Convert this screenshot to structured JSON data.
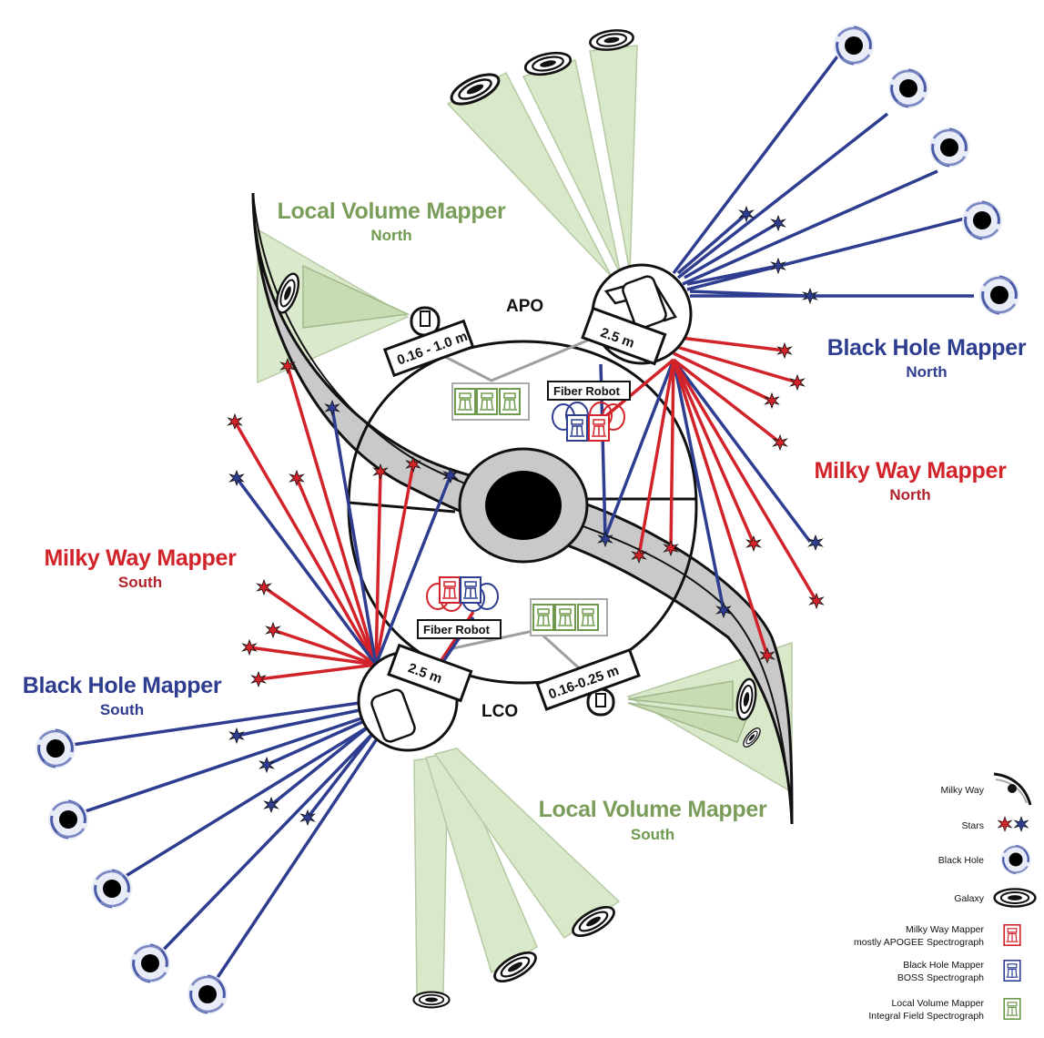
{
  "colors": {
    "red": "#d2232a",
    "blue": "#2e3d8f",
    "green": "#6f9a4e",
    "green_fill": "#d9e8c9",
    "gray": "#bdbdbd",
    "black": "#111111"
  },
  "labels": {
    "lvm_north": "Local Volume Mapper",
    "lvm_north_sub": "North",
    "bhm_north": "Black Hole Mapper",
    "bhm_north_sub": "North",
    "mwm_north": "Milky Way Mapper",
    "mwm_north_sub": "North",
    "mwm_south": "Milky Way Mapper",
    "mwm_south_sub": "South",
    "bhm_south": "Black Hole Mapper",
    "bhm_south_sub": "South",
    "lvm_south": "Local Volume Mapper",
    "lvm_south_sub": "South"
  },
  "sites": {
    "apo": "APO",
    "lco": "LCO",
    "apo_small_scope": "0.16 - 1.0 m",
    "apo_big_scope": "2.5 m",
    "lco_big_scope": "2.5 m",
    "lco_small_scope": "0.16-0.25 m",
    "fiber_robot": "Fiber Robot"
  },
  "legend": [
    {
      "icon": "milky-way-icon",
      "lines": [
        "Milky Way"
      ]
    },
    {
      "icon": "stars-icon",
      "lines": [
        "Stars"
      ]
    },
    {
      "icon": "black-hole-icon",
      "lines": [
        "Black Hole"
      ]
    },
    {
      "icon": "galaxy-icon",
      "lines": [
        "Galaxy"
      ]
    },
    {
      "icon": "apogee-spectrograph-icon",
      "lines": [
        "Milky Way Mapper",
        "mostly APOGEE Spectrograph"
      ]
    },
    {
      "icon": "boss-spectrograph-icon",
      "lines": [
        "Black Hole Mapper",
        "BOSS Spectrograph"
      ]
    },
    {
      "icon": "ifu-spectrograph-icon",
      "lines": [
        "Local Volume Mapper",
        "Integral Field Spectrograph"
      ]
    }
  ]
}
